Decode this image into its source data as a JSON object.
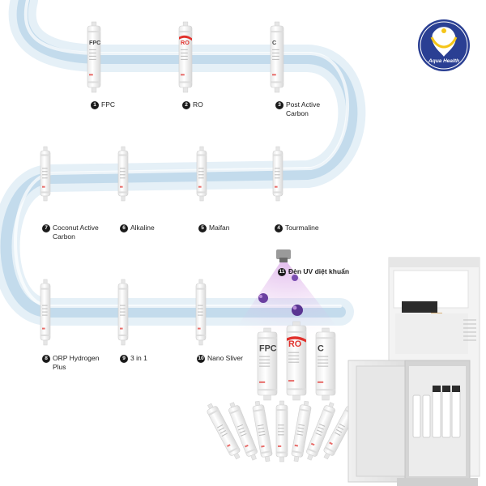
{
  "brand": {
    "name": "Aqua Health",
    "color_primary": "#2a3f93",
    "color_accent": "#f5c518"
  },
  "filters": [
    {
      "num": "1",
      "label": "FPC",
      "code": "FPC"
    },
    {
      "num": "2",
      "label": "RO",
      "code": "RO"
    },
    {
      "num": "3",
      "label": "Post Active Carbon",
      "code": "C"
    },
    {
      "num": "4",
      "label": "Tourmaline",
      "code": ""
    },
    {
      "num": "5",
      "label": "Maifan",
      "code": ""
    },
    {
      "num": "6",
      "label": "Alkaline",
      "code": ""
    },
    {
      "num": "7",
      "label": "Coconut Active Carbon",
      "code": ""
    },
    {
      "num": "8",
      "label": "ORP Hydrogen Plus",
      "code": ""
    },
    {
      "num": "9",
      "label": "3 in 1",
      "code": ""
    },
    {
      "num": "10",
      "label": "Nano Sliver",
      "code": ""
    }
  ],
  "uv": {
    "num": "11",
    "label": "Đèn UV diệt khuẩn"
  },
  "colors": {
    "water": "#bcd8ea",
    "water_light": "#e6f1f8",
    "uv_purple": "#c77ddb",
    "ro_red": "#e1322d"
  }
}
